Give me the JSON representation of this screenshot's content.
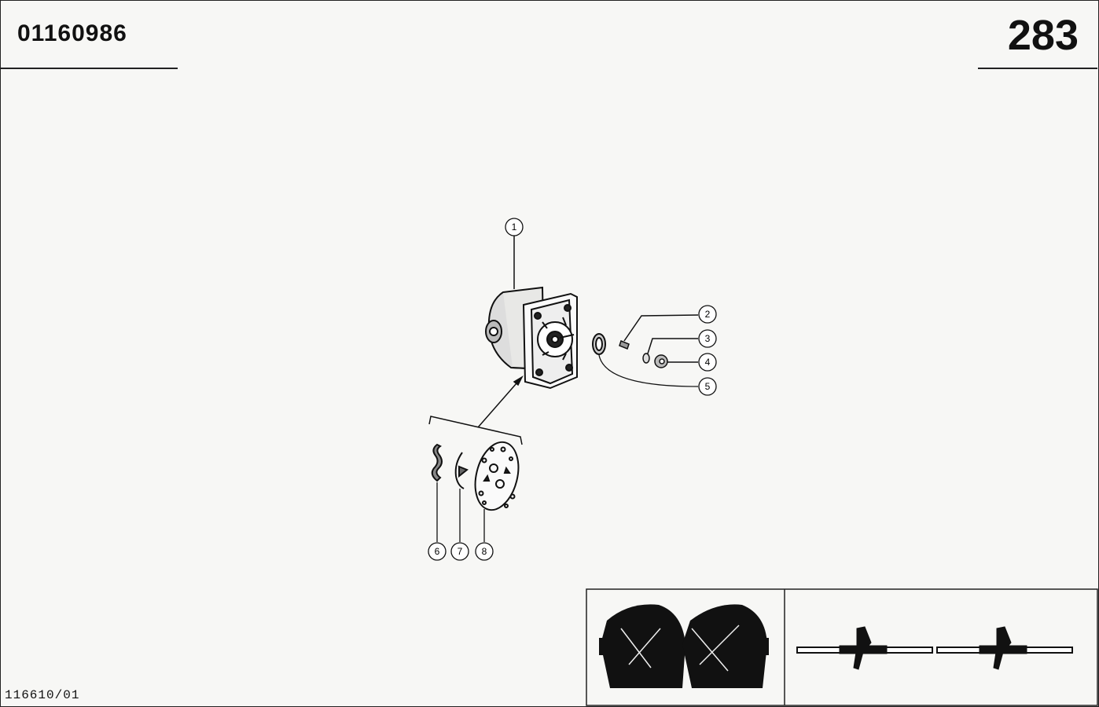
{
  "header": {
    "part_number": "01160986",
    "page_number": "283"
  },
  "footer": {
    "doc_code": "116610/01"
  },
  "callouts": {
    "c1": "1",
    "c2": "2",
    "c3": "3",
    "c4": "4",
    "c5": "5",
    "c6": "6",
    "c7": "7",
    "c8": "8"
  },
  "icons": {
    "thumbnail_left": "pump-pair-view-icon",
    "thumbnail_right": "pump-mounting-view-icon"
  }
}
